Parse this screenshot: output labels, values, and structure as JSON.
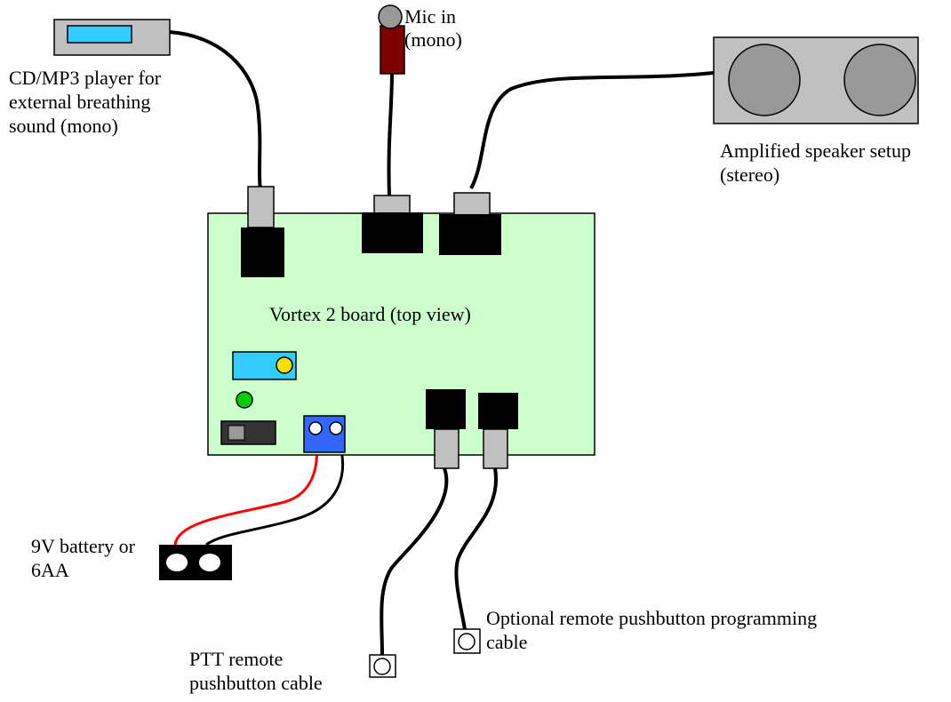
{
  "labels": {
    "cd_player": "CD/MP3 player for\nexternal breathing\nsound (mono)",
    "mic": "Mic in\n(mono)",
    "speaker": "Amplified speaker setup\n(stereo)",
    "board": "Vortex 2 board (top view)",
    "battery": "9V battery or\n6AA",
    "ptt": "PTT remote\npushbutton cable",
    "programming": "Optional remote pushbutton programming\ncable"
  },
  "colors": {
    "board": "#ccffcc",
    "jack": "#000000",
    "plug": "#c0c0c0",
    "screen": "#33ccff",
    "mic": "#800000",
    "terminal": "#3366ff",
    "led_green": "#00cc00",
    "knob_yellow": "#ffdd00",
    "wire_red": "#ff0000",
    "wire_black": "#000000"
  }
}
